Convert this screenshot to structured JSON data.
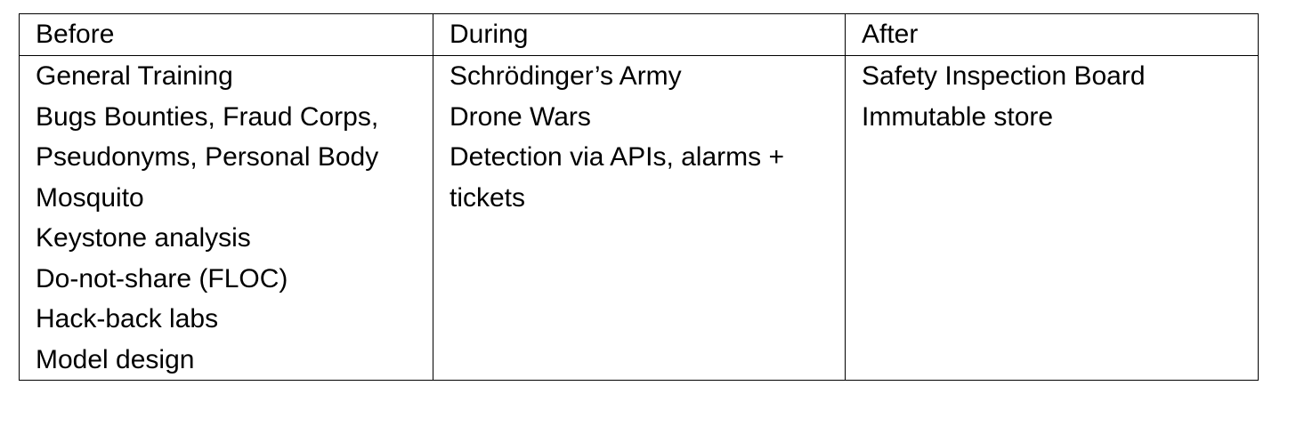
{
  "table": {
    "headers": [
      "Before",
      "During",
      "After"
    ],
    "columns": [
      [
        "General Training",
        "Bugs Bounties, Fraud Corps,",
        "Pseudonyms, Personal Body",
        "Mosquito",
        "Keystone analysis",
        "Do-not-share (FLOC)",
        "Hack-back labs",
        "Model design"
      ],
      [
        "Schrödinger’s Army",
        "Drone Wars",
        "Detection via APIs, alarms +",
        "tickets"
      ],
      [
        "Safety Inspection Board",
        "Immutable store"
      ]
    ]
  }
}
